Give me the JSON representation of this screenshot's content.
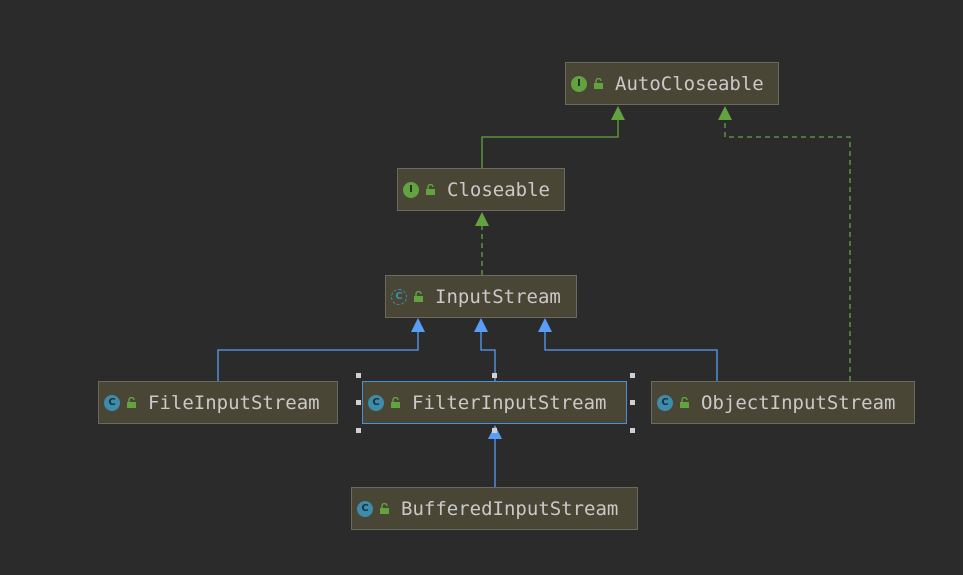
{
  "nodes": {
    "autocloseable": {
      "name": "AutoCloseable",
      "kind": "interface",
      "badge": "I"
    },
    "closeable": {
      "name": "Closeable",
      "kind": "interface",
      "badge": "I"
    },
    "inputstream": {
      "name": "InputStream",
      "kind": "abstract-class",
      "badge": "C"
    },
    "fileinputstream": {
      "name": "FileInputStream",
      "kind": "class",
      "badge": "C"
    },
    "filterinputstream": {
      "name": "FilterInputStream",
      "kind": "class",
      "badge": "C"
    },
    "objectinputstream": {
      "name": "ObjectInputStream",
      "kind": "class",
      "badge": "C"
    },
    "bufferedinputstream": {
      "name": "BufferedInputStream",
      "kind": "class",
      "badge": "C"
    }
  },
  "edges": [
    {
      "from": "Closeable",
      "to": "AutoCloseable",
      "type": "extends"
    },
    {
      "from": "InputStream",
      "to": "Closeable",
      "type": "implements"
    },
    {
      "from": "FileInputStream",
      "to": "InputStream",
      "type": "extends"
    },
    {
      "from": "FilterInputStream",
      "to": "InputStream",
      "type": "extends"
    },
    {
      "from": "ObjectInputStream",
      "to": "InputStream",
      "type": "extends"
    },
    {
      "from": "ObjectInputStream",
      "to": "AutoCloseable",
      "type": "implements"
    },
    {
      "from": "BufferedInputStream",
      "to": "FilterInputStream",
      "type": "extends"
    }
  ],
  "selected": "FilterInputStream",
  "colors": {
    "background": "#2b2b2b",
    "node_fill": "#4a4636",
    "interface_edge": "#62a340",
    "class_edge": "#589df6",
    "selection": "#4b8fd6"
  }
}
